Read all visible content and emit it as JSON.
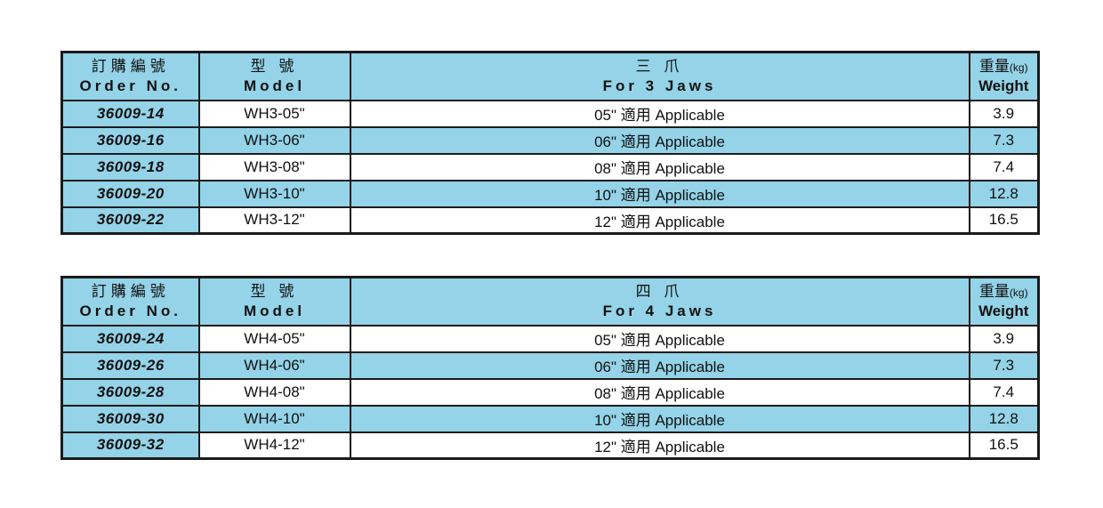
{
  "colors": {
    "table_blue": "#94d3e8",
    "border_black": "#1b1b1b",
    "page_background": "#ffffff"
  },
  "tables": [
    {
      "name": "for-3-jaws",
      "headers": {
        "order": {
          "zh": "訂購編號",
          "en": "Order No."
        },
        "model": {
          "zh": "型 號",
          "en": "Model"
        },
        "jaws": {
          "zh": "三 爪",
          "en": "For 3 Jaws"
        },
        "weight": {
          "zh": "重量",
          "unit": "(kg)",
          "en": "Weight"
        }
      },
      "rows": [
        {
          "order": "36009-14",
          "model": "WH3-05\"",
          "applicable": "05\" 適用 Applicable",
          "weight": "3.9"
        },
        {
          "order": "36009-16",
          "model": "WH3-06\"",
          "applicable": "06\" 適用 Applicable",
          "weight": "7.3"
        },
        {
          "order": "36009-18",
          "model": "WH3-08\"",
          "applicable": "08\" 適用 Applicable",
          "weight": "7.4"
        },
        {
          "order": "36009-20",
          "model": "WH3-10\"",
          "applicable": "10\" 適用 Applicable",
          "weight": "12.8"
        },
        {
          "order": "36009-22",
          "model": "WH3-12\"",
          "applicable": "12\" 適用 Applicable",
          "weight": "16.5"
        }
      ]
    },
    {
      "name": "for-4-jaws",
      "headers": {
        "order": {
          "zh": "訂購編號",
          "en": "Order No."
        },
        "model": {
          "zh": "型 號",
          "en": "Model"
        },
        "jaws": {
          "zh": "四 爪",
          "en": "For 4 Jaws"
        },
        "weight": {
          "zh": "重量",
          "unit": "(kg)",
          "en": "Weight"
        }
      },
      "rows": [
        {
          "order": "36009-24",
          "model": "WH4-05\"",
          "applicable": "05\" 適用 Applicable",
          "weight": "3.9"
        },
        {
          "order": "36009-26",
          "model": "WH4-06\"",
          "applicable": "06\" 適用 Applicable",
          "weight": "7.3"
        },
        {
          "order": "36009-28",
          "model": "WH4-08\"",
          "applicable": "08\" 適用 Applicable",
          "weight": "7.4"
        },
        {
          "order": "36009-30",
          "model": "WH4-10\"",
          "applicable": "10\" 適用 Applicable",
          "weight": "12.8"
        },
        {
          "order": "36009-32",
          "model": "WH4-12\"",
          "applicable": "12\" 適用 Applicable",
          "weight": "16.5"
        }
      ]
    }
  ]
}
